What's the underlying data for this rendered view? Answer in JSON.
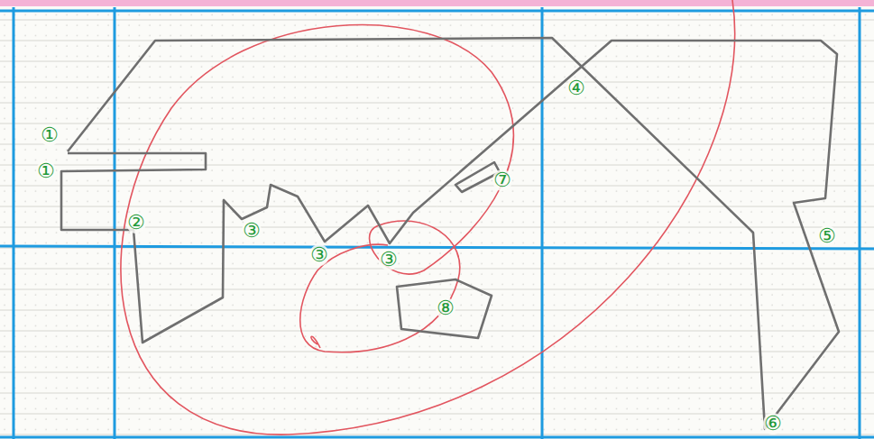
{
  "diagram": {
    "labels": [
      "①",
      "①",
      "②",
      "③",
      "③",
      "③",
      "④",
      "⑦",
      "⑧",
      "⑤",
      "⑥"
    ]
  }
}
